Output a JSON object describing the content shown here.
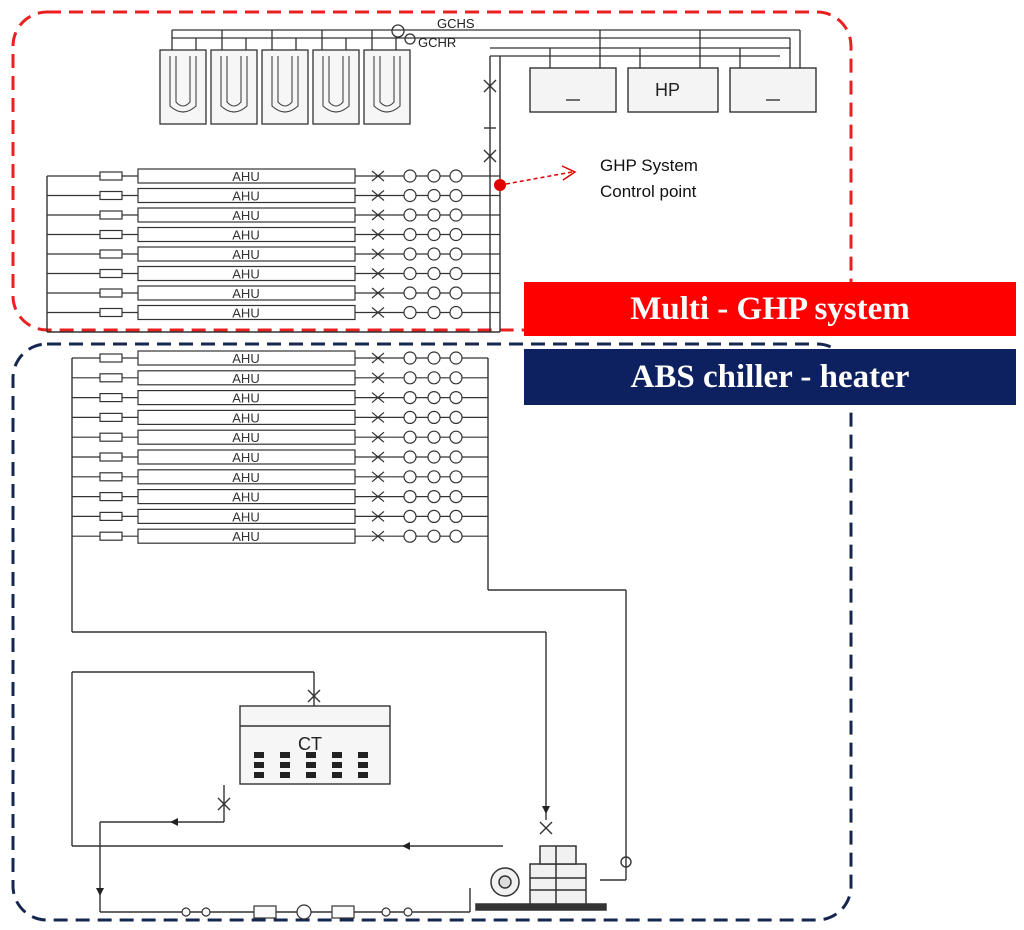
{
  "pipes": {
    "supply": "GCHS",
    "return": "GCHR"
  },
  "heat_pumps": [
    {
      "label": ""
    },
    {
      "label": "HP"
    },
    {
      "label": ""
    }
  ],
  "ahu_label": "AHU",
  "ghp_ahu_count": 8,
  "abs_ahu_count": 10,
  "control_point": {
    "line1": "GHP System",
    "line2": "Control point"
  },
  "cooling_tower": "CT",
  "systems": {
    "ghp": {
      "label": "Multi - GHP system",
      "color": "#ff0000"
    },
    "abs": {
      "label": "ABS chiller - heater",
      "color": "#0d2060"
    }
  }
}
